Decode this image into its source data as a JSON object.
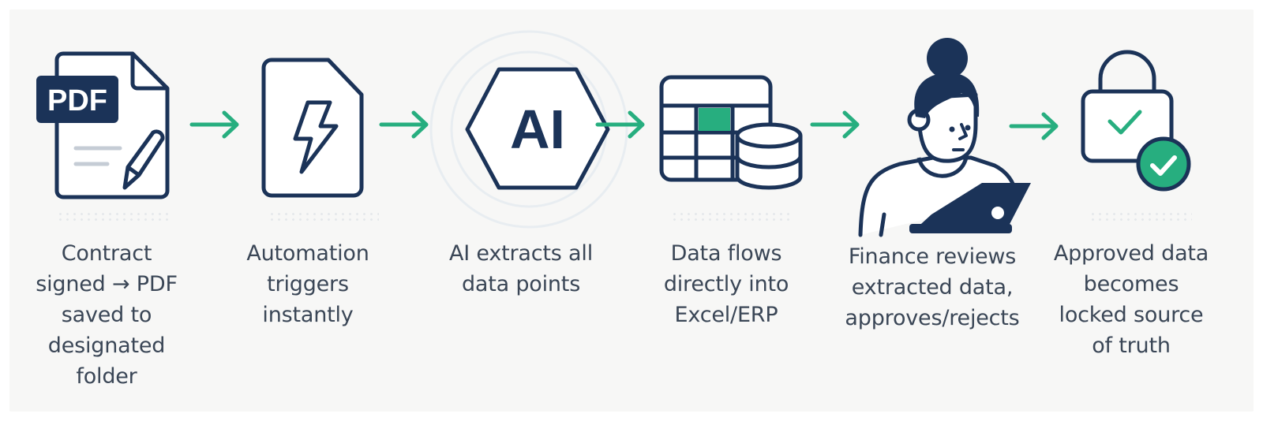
{
  "colors": {
    "navy": "#1b3358",
    "green": "#27ae7f",
    "text": "#3a4656",
    "background": "#f7f7f6",
    "ring": "#e8edf1",
    "doc_lines": "#c5ccd5"
  },
  "steps": [
    {
      "icon": "pdf-document-pen-icon",
      "icon_text": "PDF",
      "label_lines": [
        "Contract",
        "signed → PDF",
        "saved to",
        "designated",
        "folder"
      ]
    },
    {
      "icon": "lightning-document-icon",
      "label_lines": [
        "Automation",
        "triggers",
        "instantly"
      ]
    },
    {
      "icon": "ai-hexagon-icon",
      "icon_text": "AI",
      "label_lines": [
        "AI extracts all",
        "data points"
      ]
    },
    {
      "icon": "spreadsheet-database-icon",
      "label_lines": [
        "Data flows",
        "directly into",
        "Excel/ERP"
      ]
    },
    {
      "icon": "person-laptop-icon",
      "label_lines": [
        "Finance reviews",
        "extracted data,",
        "approves/rejects"
      ]
    },
    {
      "icon": "lock-check-icon",
      "label_lines": [
        "Approved data",
        "becomes",
        "locked source",
        "of truth"
      ]
    }
  ],
  "connectors": [
    {
      "from": 1,
      "to": 2,
      "icon": "arrow-right-icon"
    },
    {
      "from": 2,
      "to": 3,
      "icon": "arrow-right-icon"
    },
    {
      "from": 3,
      "to": 4,
      "icon": "arrow-right-icon"
    },
    {
      "from": 4,
      "to": 5,
      "icon": "arrow-right-icon"
    },
    {
      "from": 5,
      "to": 6,
      "icon": "arrow-right-icon"
    }
  ]
}
